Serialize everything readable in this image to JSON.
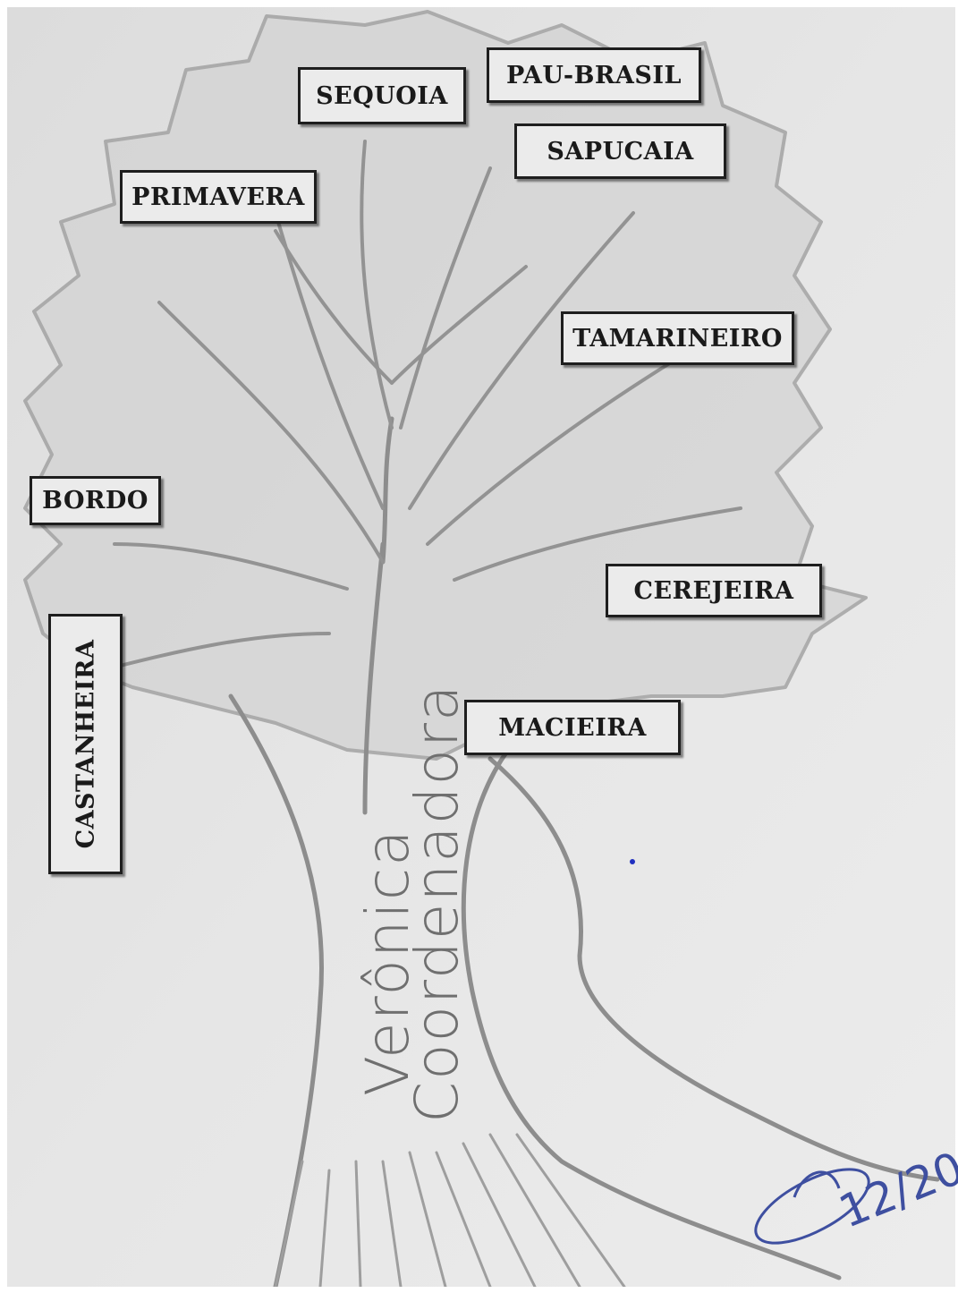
{
  "labels": {
    "sequoia": "SEQUOIA",
    "pau_brasil": "PAU-BRASIL",
    "sapucaia": "SAPUCAIA",
    "primavera": "PRIMAVERA",
    "tamarineiro": "TAMARINEIRO",
    "bordo": "BORDO",
    "cerejeira": "CEREJEIRA",
    "castanheira": "CASTANHEIRA",
    "macieira": "MACIEIRA"
  },
  "trunk_text": {
    "line1": "Verônica",
    "line2": "Coordenadora"
  },
  "signature": {
    "date": "12/20"
  },
  "colors": {
    "paper": "#e4e4e4",
    "pencil": "#8a8a8a",
    "label_fill": "#ebebeb",
    "label_border": "#1e1e1e",
    "signature_ink": "#3e4fa0"
  }
}
